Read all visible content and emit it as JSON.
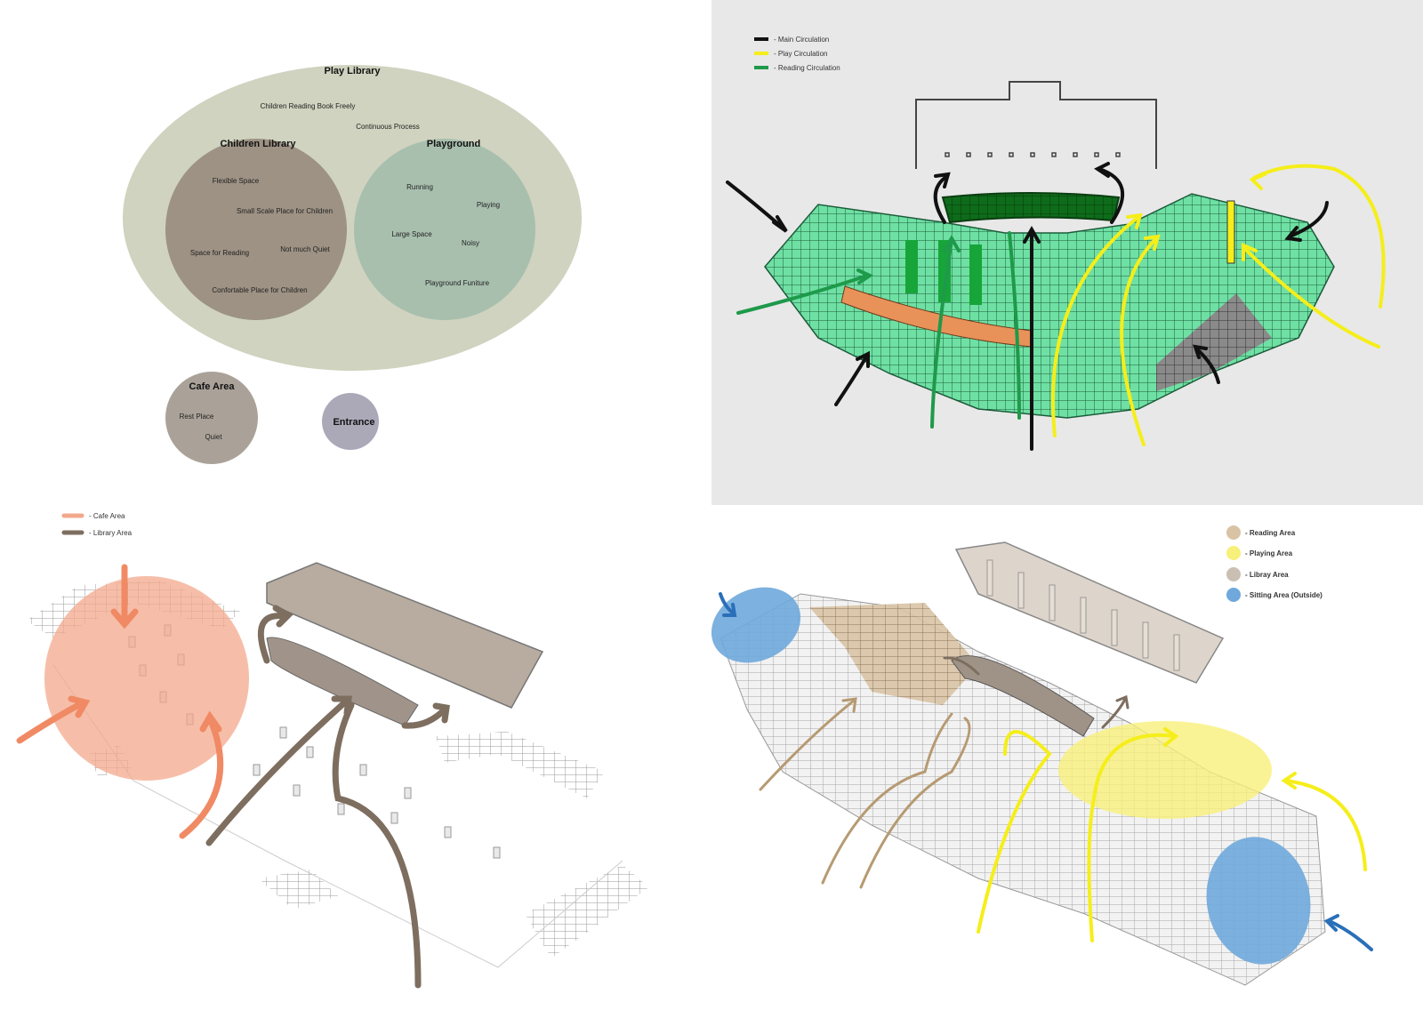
{
  "bubble": {
    "play_library": {
      "title": "Play Library",
      "items": [
        "Children Reading Book Freely",
        "Continuous Process"
      ]
    },
    "children_library": {
      "title": "Children Library",
      "items": [
        "Flexible Space",
        "Small Scale Place for Children",
        "Space for Reading",
        "Not much Quiet",
        "Confortable Place for Children"
      ]
    },
    "playground": {
      "title": "Playground",
      "items": [
        "Running",
        "Playing",
        "Large Space",
        "Noisy",
        "Playground Funiture"
      ]
    },
    "cafe": {
      "title": "Cafe Area",
      "items": [
        "Rest Place",
        "Quiet"
      ]
    },
    "entrance": {
      "title": "Entrance"
    },
    "colors": {
      "play_library": "#cfd3bf",
      "children_library": "#9d9284",
      "playground": "#a8bfae",
      "cafe": "#aaa299",
      "entrance": "#aba8b8"
    }
  },
  "circulation": {
    "legend": [
      {
        "label": "- Main Circulation",
        "color": "#111111"
      },
      {
        "label": "- Play Circulation",
        "color": "#f5ee1a"
      },
      {
        "label": "- Reading Circulation",
        "color": "#1e9a4a"
      }
    ],
    "colors": {
      "floor": "#6fe0a4",
      "floor_dark": "#0e6b1a",
      "reading_strip": "#e8925a",
      "grey_zone": "#8a8a8a"
    }
  },
  "cafe_library": {
    "legend": [
      {
        "label": "- Cafe Area",
        "color": "#f3a88c"
      },
      {
        "label": "- Library Area",
        "color": "#7d6e5f"
      }
    ]
  },
  "areas": {
    "legend": [
      {
        "label": "- Reading Area",
        "color": "#d8c3a5"
      },
      {
        "label": "- Playing Area",
        "color": "#f7f07a"
      },
      {
        "label": "- Libray Area",
        "color": "#c9bfb3"
      },
      {
        "label": "- Sitting Area (Outside)",
        "color": "#6fa8dc"
      }
    ]
  }
}
